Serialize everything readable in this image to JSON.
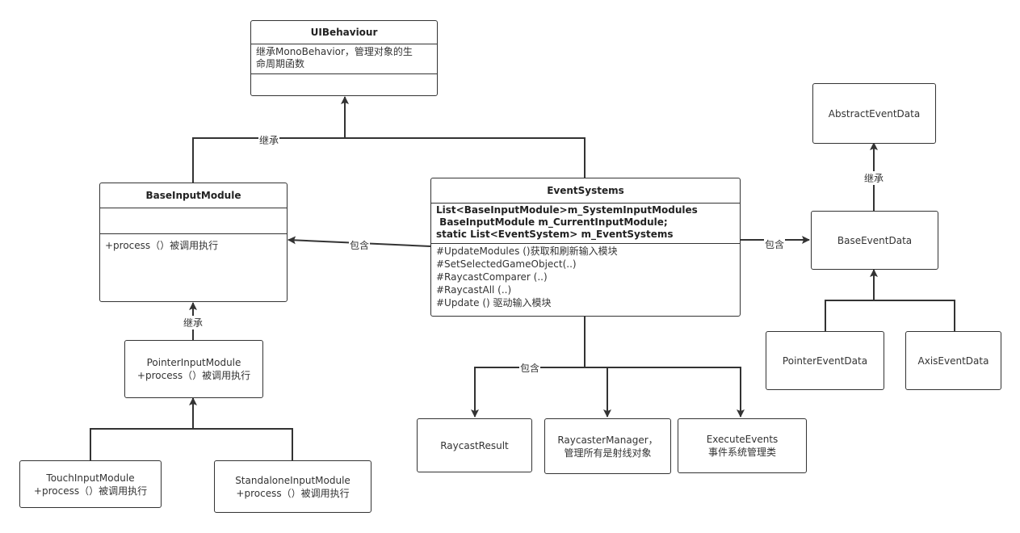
{
  "ui_behaviour": {
    "title": "UIBehaviour",
    "desc1": "继承MonoBehavior，管理对象的生",
    "desc2": "命周期函数"
  },
  "base_input_module": {
    "title": "BaseInputModule",
    "method": "+process（）被调用执行"
  },
  "pointer_input_module": {
    "line1": "PointerInputModule",
    "line2": "+process（）被调用执行"
  },
  "touch_input_module": {
    "line1": "TouchInputModule",
    "line2": "+process（）被调用执行"
  },
  "standalone_input_module": {
    "line1": "StandaloneInputModule",
    "line2": "+process（）被调用执行"
  },
  "event_systems": {
    "title": "EventSystems",
    "fields": [
      "List<BaseInputModule>m_SystemInputModules",
      " BaseInputModule m_CurrentInputModule;",
      "static List<EventSystem> m_EventSystems"
    ],
    "methods": [
      "#UpdateModules ()获取和刷新输入模块",
      "#SetSelectedGameObject(..)",
      "#RaycastComparer (..)",
      "#RaycastAll (..)",
      "#Update () 驱动输入模块"
    ]
  },
  "raycast_result": {
    "line1": "RaycastResult"
  },
  "raycaster_manager": {
    "line1": "RaycasterManager，",
    "line2": "管理所有是射线对象"
  },
  "execute_events": {
    "line1": "ExecuteEvents",
    "line2": "事件系统管理类"
  },
  "abstract_event_data": {
    "line1": "AbstractEventData"
  },
  "base_event_data": {
    "line1": "BaseEventData"
  },
  "pointer_event_data": {
    "line1": "PointerEventData"
  },
  "axis_event_data": {
    "line1": "AxisEventData"
  },
  "labels": {
    "inherit_ui": "继承",
    "inherit_pointer": "继承",
    "inherit_abstract": "继承",
    "contain_base_input": "包含",
    "contain_base_event": "包含",
    "contain_children": "包含"
  },
  "colors": {
    "line": "#333333",
    "background": "#ffffff"
  }
}
